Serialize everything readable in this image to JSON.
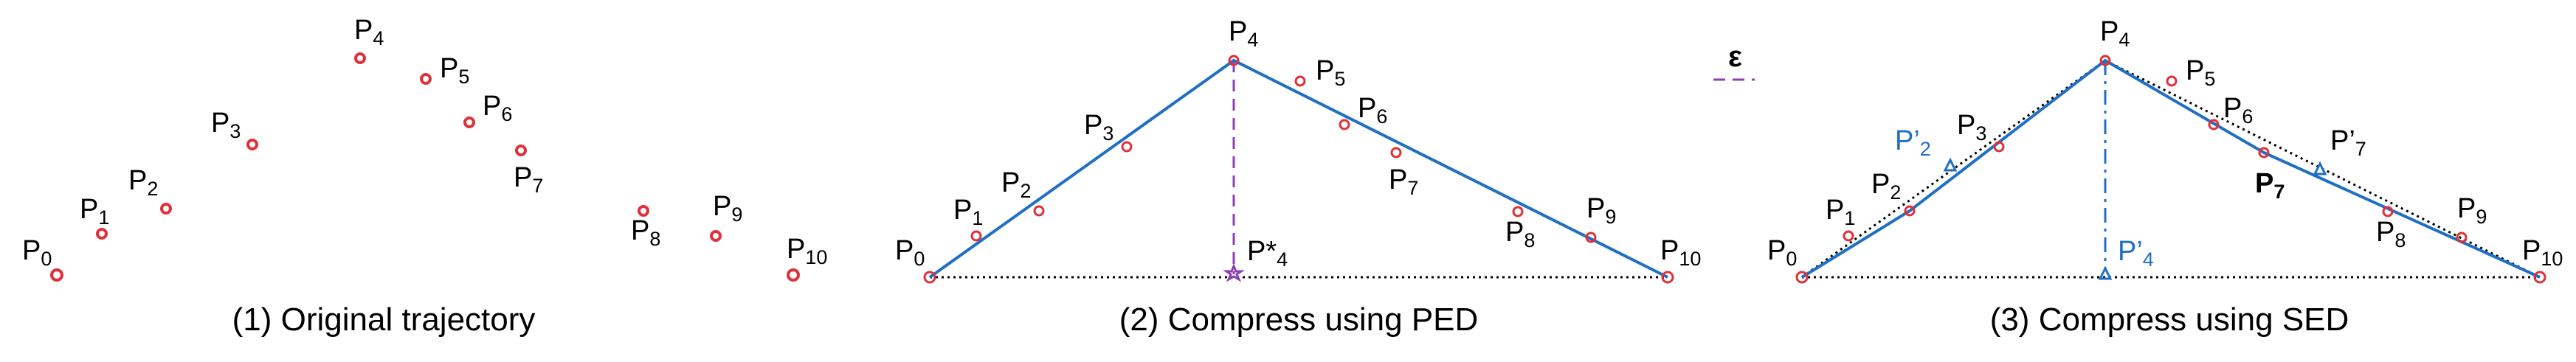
{
  "colors": {
    "point": "#e0303a",
    "line": "#1f6fc5",
    "ped": "#8a3fb5",
    "dotted": "#000000",
    "text": "#000000",
    "sed_label": "#1f6fc5"
  },
  "legend": {
    "symbol": "ε"
  },
  "panels": [
    {
      "caption": "(1) Original trajectory",
      "labels": [
        {
          "base": "P",
          "sub": "0"
        },
        {
          "base": "P",
          "sub": "1"
        },
        {
          "base": "P",
          "sub": "2"
        },
        {
          "base": "P",
          "sub": "3"
        },
        {
          "base": "P",
          "sub": "4"
        },
        {
          "base": "P",
          "sub": "5"
        },
        {
          "base": "P",
          "sub": "6"
        },
        {
          "base": "P",
          "sub": "7"
        },
        {
          "base": "P",
          "sub": "8"
        },
        {
          "base": "P",
          "sub": "9"
        },
        {
          "base": "P",
          "sub": "10"
        }
      ]
    },
    {
      "caption": "(2) Compress using PED",
      "labels": [
        {
          "base": "P",
          "sub": "0"
        },
        {
          "base": "P",
          "sub": "1"
        },
        {
          "base": "P",
          "sub": "2"
        },
        {
          "base": "P",
          "sub": "3"
        },
        {
          "base": "P",
          "sub": "4"
        },
        {
          "base": "P",
          "sub": "5"
        },
        {
          "base": "P",
          "sub": "6"
        },
        {
          "base": "P",
          "sub": "7"
        },
        {
          "base": "P",
          "sub": "8"
        },
        {
          "base": "P",
          "sub": "9"
        },
        {
          "base": "P",
          "sub": "10"
        },
        {
          "base": "P*",
          "sub": "4"
        }
      ]
    },
    {
      "caption": "(3) Compress using SED",
      "labels": [
        {
          "base": "P",
          "sub": "0"
        },
        {
          "base": "P",
          "sub": "1"
        },
        {
          "base": "P",
          "sub": "2"
        },
        {
          "base": "P",
          "sub": "3"
        },
        {
          "base": "P",
          "sub": "4"
        },
        {
          "base": "P",
          "sub": "5"
        },
        {
          "base": "P",
          "sub": "6"
        },
        {
          "base": "P",
          "sub": "7"
        },
        {
          "base": "P",
          "sub": "8"
        },
        {
          "base": "P",
          "sub": "9"
        },
        {
          "base": "P",
          "sub": "10"
        },
        {
          "base": "P’",
          "sub": "2"
        },
        {
          "base": "P’",
          "sub": "4"
        },
        {
          "base": "P’",
          "sub": "7"
        }
      ]
    }
  ]
}
